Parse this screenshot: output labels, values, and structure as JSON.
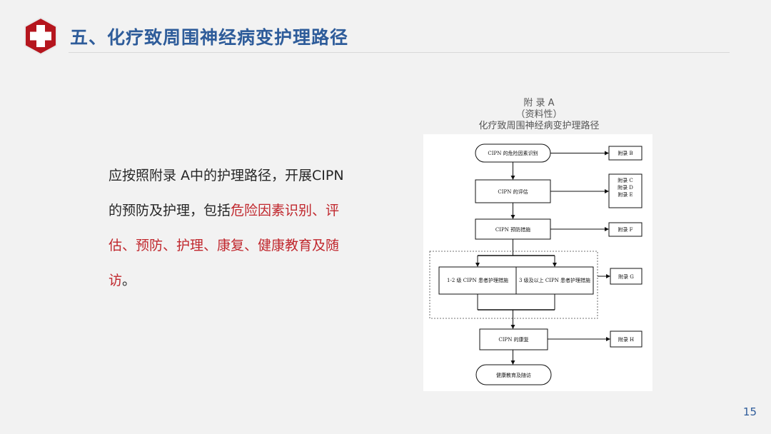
{
  "header": {
    "title": "五、化疗致周围神经病变护理路径"
  },
  "body": {
    "text_plain_1": "应按照附录 A中的护理路径，开展CIPN 的预防及护理，包括",
    "text_highlight": "危险因素识别、评估、预防、护理、康复、健康教育及随访",
    "text_plain_2": "。"
  },
  "figure": {
    "caption_line1": "附 录 A",
    "caption_line2": "（资料性）",
    "caption_line3": "化疗致周围神经病变护理路径",
    "nodes": {
      "start": "CIPN 的危险因素识别",
      "assess": "CIPN 的评估",
      "prevent": "CIPN 预防措施",
      "grade12": "1-2 级 CIPN 患者护理措施",
      "grade3": "3 级及以上 CIPN 患者护理措施",
      "rehab": "CIPN 的康复",
      "end": "健康教育及随访"
    },
    "appendix": {
      "b": "附录 B",
      "c": "附录 C",
      "d": "附录 D",
      "e": "附录 E",
      "f": "附录 F",
      "g": "附录 G",
      "h": "附录 H"
    }
  },
  "footer": {
    "page_number": "15"
  },
  "colors": {
    "title": "#2e5c9a",
    "highlight": "#c0272d",
    "logo_red": "#b5161e"
  }
}
